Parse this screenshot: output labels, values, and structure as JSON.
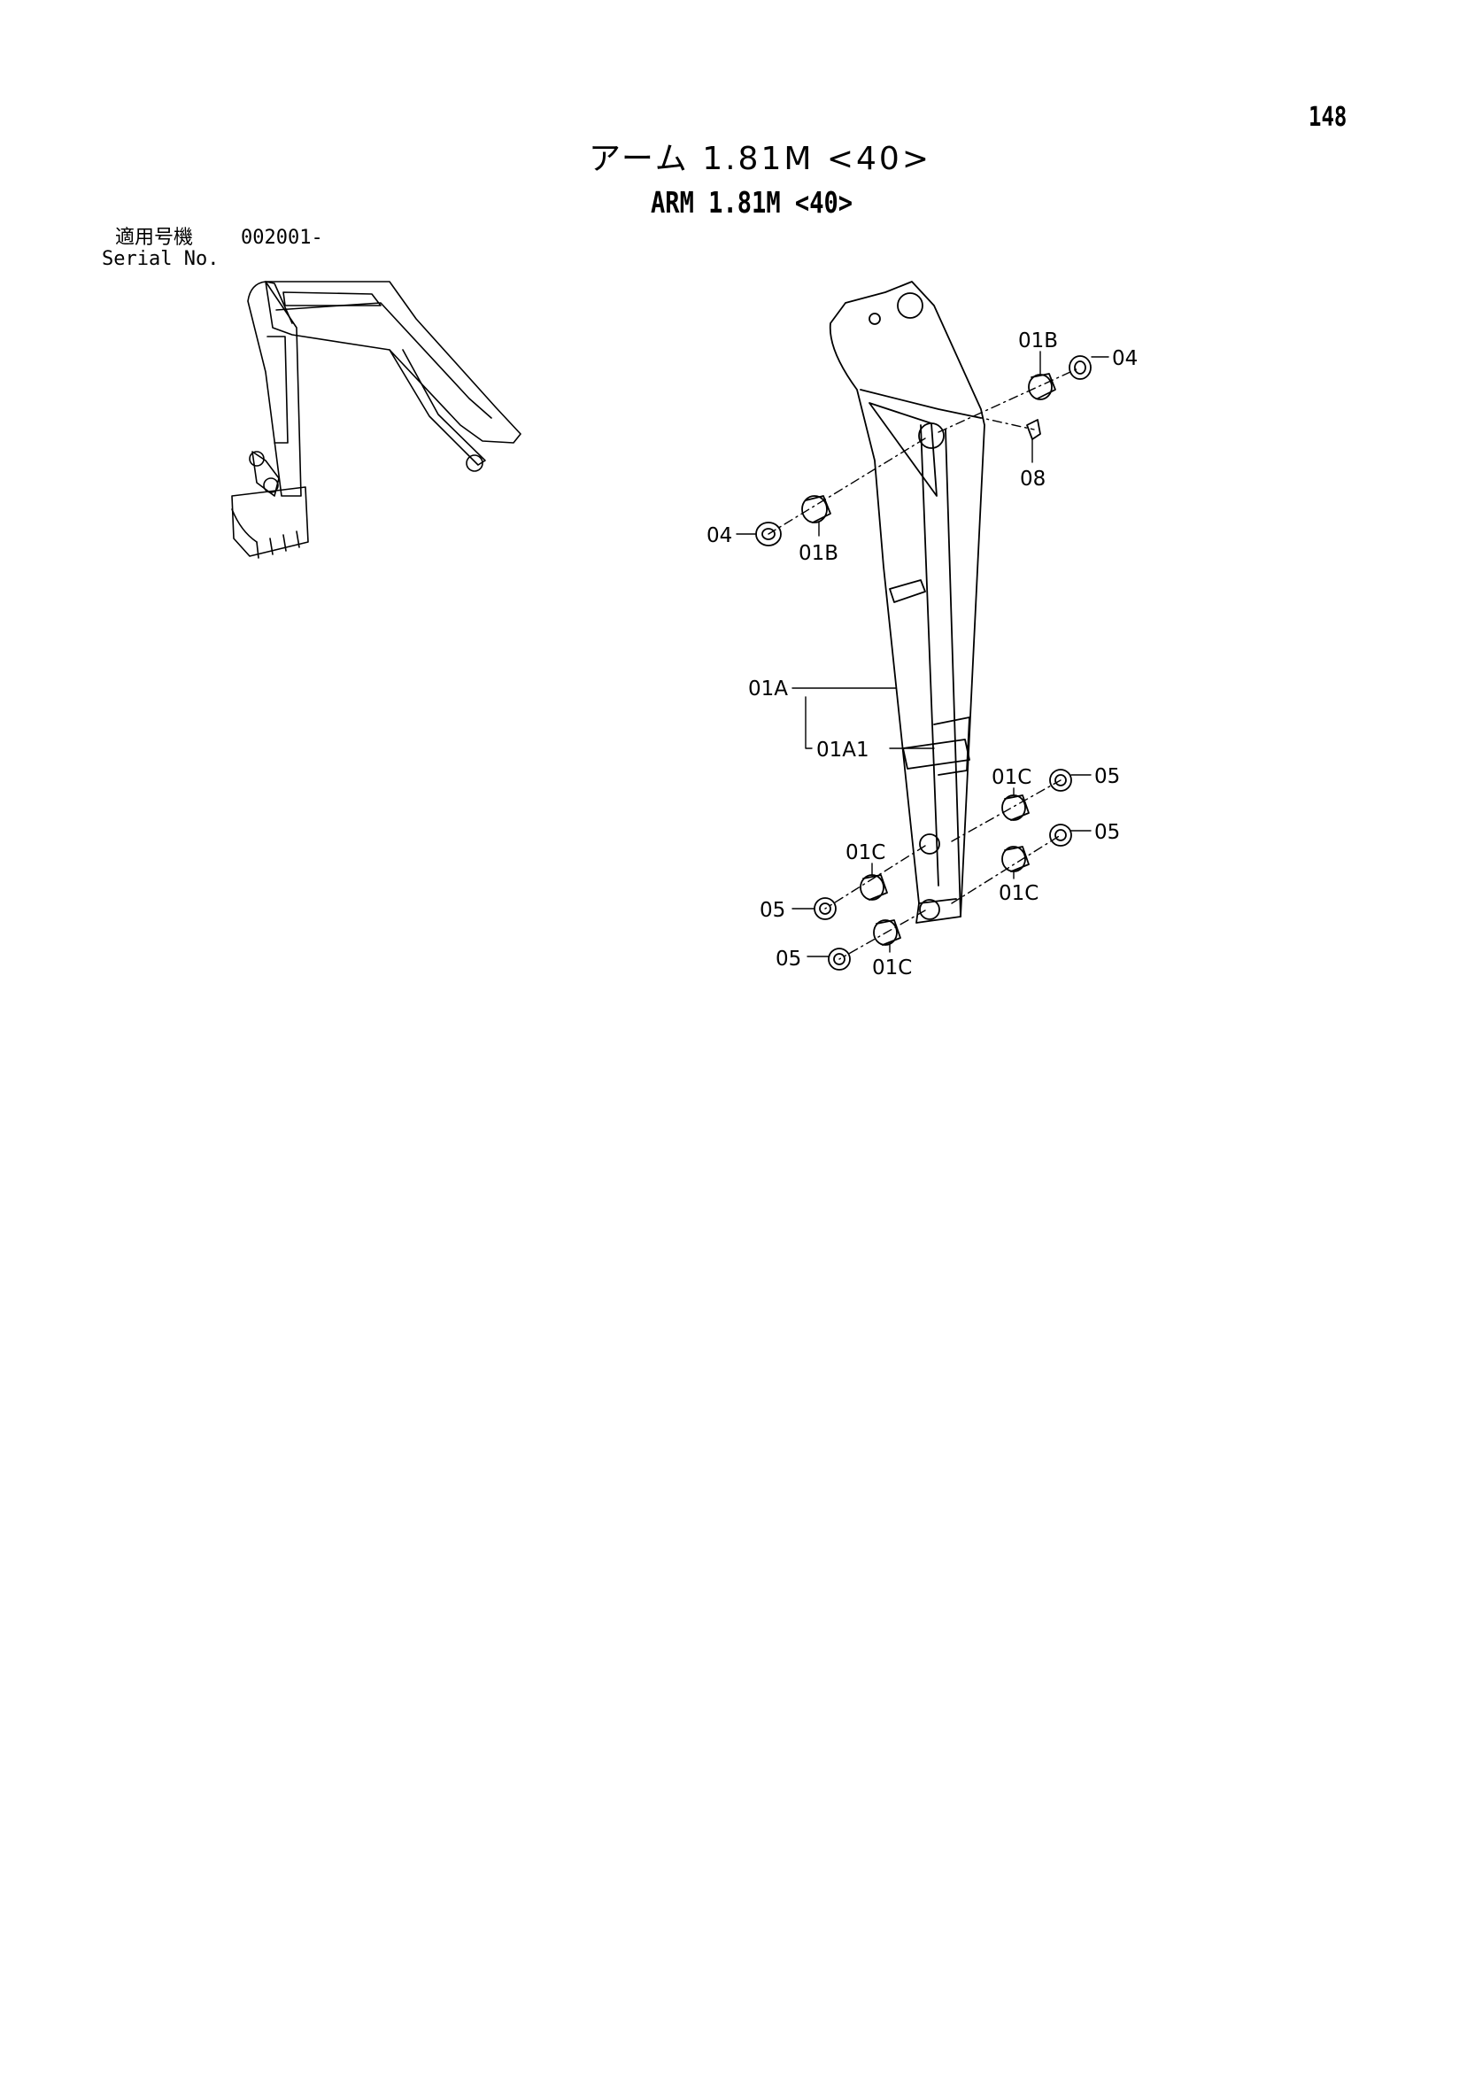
{
  "page": {
    "number": "148",
    "title_jp": "アーム 1.81M <40>",
    "title_en": "ARM 1.81M <40>"
  },
  "serial": {
    "label_jp": "適用号機",
    "label_en": "Serial No.",
    "value": "002001-"
  },
  "callouts": {
    "c01B_top": "01B",
    "c04_top": "04",
    "c08": "08",
    "c04_left": "04",
    "c01B_left": "01B",
    "c01A": "01A",
    "c01A1": "01A1",
    "c01C_r1": "01C",
    "c05_r1": "05",
    "c05_r2": "05",
    "c01C_r2": "01C",
    "c01C_l1": "01C",
    "c05_l1": "05",
    "c05_l2": "05",
    "c01C_l2": "01C"
  },
  "colors": {
    "ink": "#000000",
    "paper": "#ffffff"
  }
}
